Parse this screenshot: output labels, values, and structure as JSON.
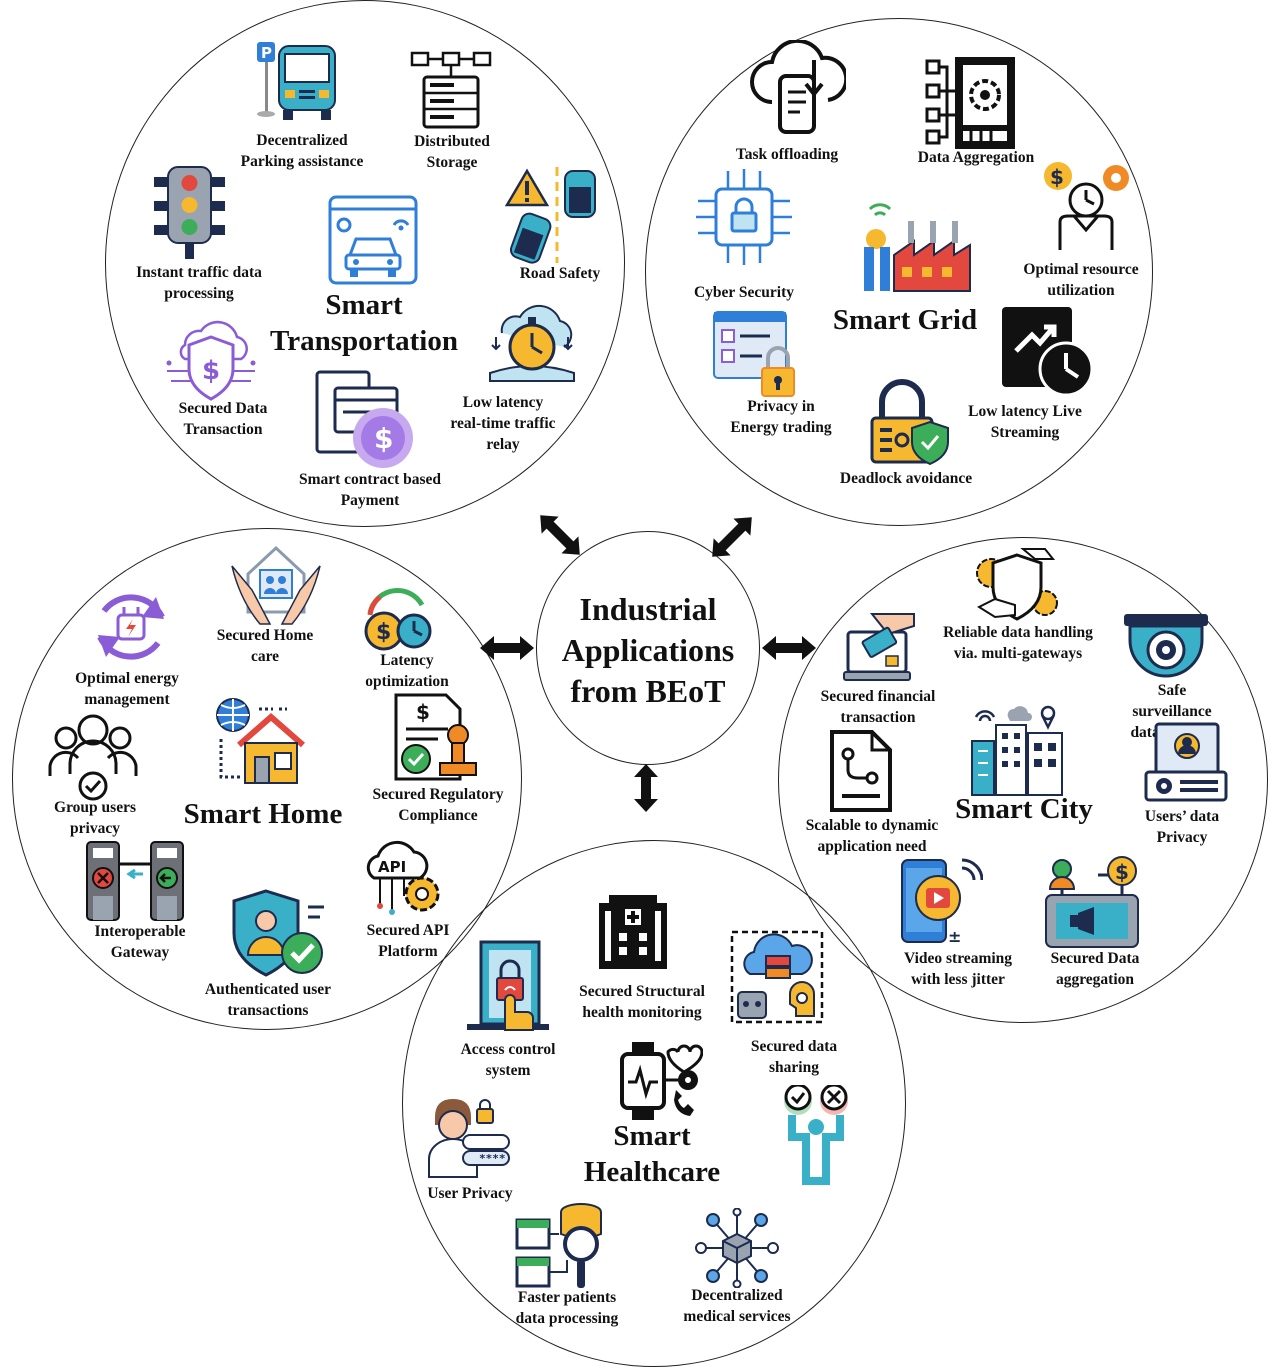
{
  "center": {
    "title": "Industrial\nApplications\nfrom BEoT"
  },
  "transportation": {
    "title": "Smart\nTransportation",
    "labels": {
      "parking": "Decentralized\nParking assistance",
      "storage": "Distributed\nStorage",
      "traffic": "Instant traffic data\nprocessing",
      "road_safety": "Road Safety",
      "secured_txn": "Secured Data\nTransaction",
      "low_latency": "Low latency\nreal-time traffic\nrelay",
      "payment": "Smart contract based\nPayment"
    }
  },
  "grid": {
    "title": "Smart Grid",
    "labels": {
      "task": "Task offloading",
      "aggregation": "Data Aggregation",
      "cyber": "Cyber Security",
      "resource": "Optimal resource\nutilization",
      "privacy": "Privacy in\nEnergy trading",
      "streaming": "Low latency Live\nStreaming",
      "deadlock": "Deadlock avoidance"
    }
  },
  "home": {
    "title": "Smart Home",
    "labels": {
      "energy": "Optimal energy\nmanagement",
      "homecare": "Secured Home\ncare",
      "latency": "Latency\noptimization",
      "group": "Group users\nprivacy",
      "regulatory": "Secured Regulatory\nCompliance",
      "gateway": "Interoperable\nGateway",
      "auth": "Authenticated user\ntransactions",
      "api": "Secured API\nPlatform"
    }
  },
  "city": {
    "title": "Smart City",
    "labels": {
      "gateways": "Reliable data handling\nvia. multi-gateways",
      "financial": "Secured financial\ntransaction",
      "surveillance": "Safe surveillance\ndata sharing",
      "scalable": "Scalable to dynamic\napplication need",
      "users_privacy": "Users’ data\nPrivacy",
      "video": "Video streaming\nwith less jitter",
      "aggregation": "Secured Data\naggregation"
    }
  },
  "health": {
    "title": "Smart\nHealthcare",
    "labels": {
      "structural": "Secured Structural\nhealth monitoring",
      "access": "Access control\nsystem",
      "sharing": "Secured data\nsharing",
      "privacy": "User Privacy",
      "faster": "Faster patients\ndata processing",
      "decentral": "Decentralized\nmedical services"
    }
  },
  "colors": {
    "blue": "#2f7ed8",
    "teal": "#3ab0c8",
    "navy": "#1d2b4f",
    "red": "#e2483d",
    "yellow": "#f5b82e",
    "orange": "#f08a24",
    "purple": "#8a5cd6",
    "green": "#3cae5a",
    "gray": "#888a8c"
  }
}
